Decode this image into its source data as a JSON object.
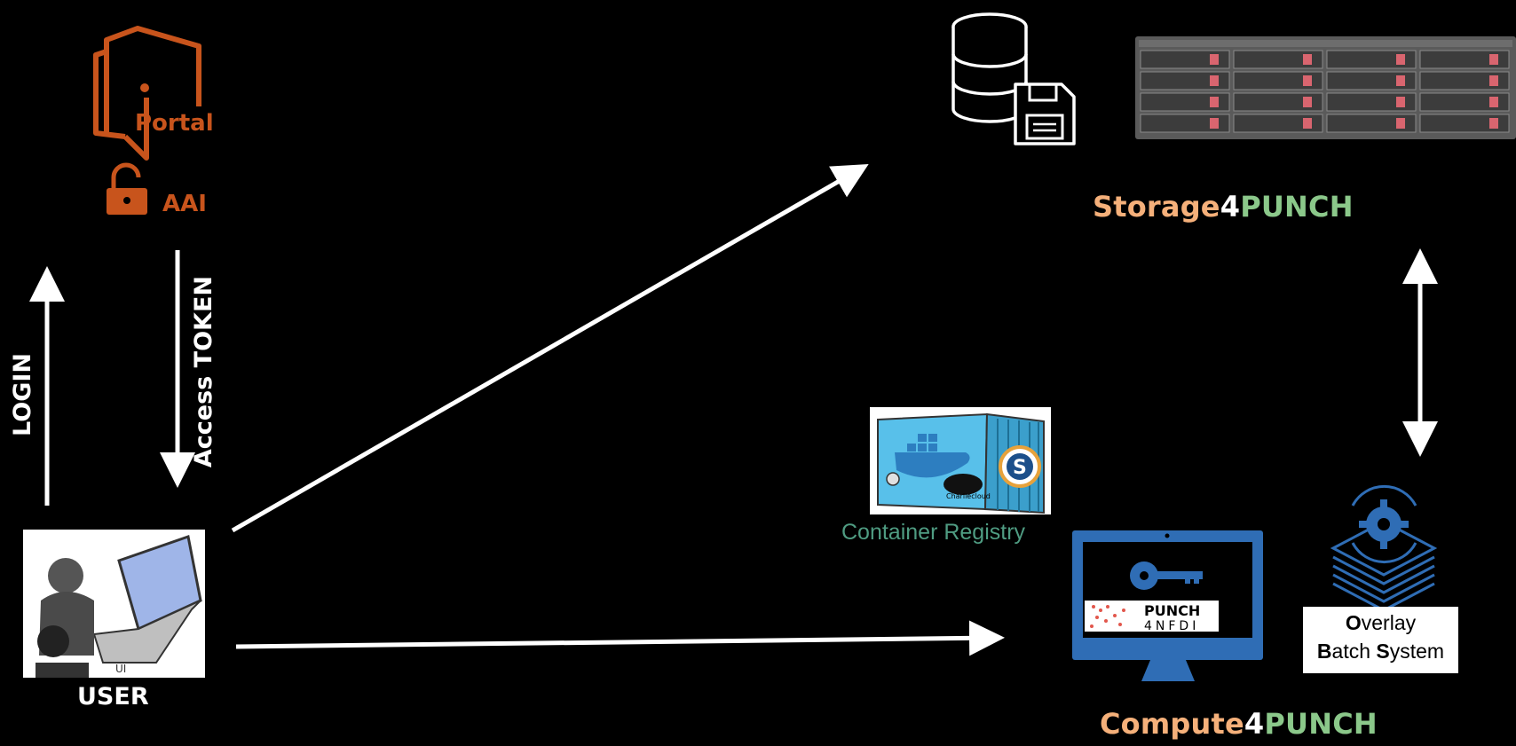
{
  "portal": {
    "label": "Portal",
    "aai_label": "AAI"
  },
  "arrows": {
    "login": "LOGIN",
    "access_token": "Access TOKEN"
  },
  "user": {
    "label": "USER",
    "ui_text": "UI"
  },
  "storage": {
    "name_part1": "Storage",
    "name_part2": "4",
    "name_part3": "PUNCH"
  },
  "compute": {
    "name_part1": "Compute",
    "name_part2": "4",
    "name_part3": "PUNCH"
  },
  "container_registry": {
    "label": "Container Registry",
    "charliecloud": "Charliecloud"
  },
  "overlay": {
    "line1_initial": "O",
    "line1_rest": "verlay",
    "line2_initial1": "B",
    "line2_rest1": "atch ",
    "line2_initial2": "S",
    "line2_rest2": "ystem"
  },
  "monitor": {
    "punch_line1": "PUNCH",
    "punch_line2": "4NFDI"
  },
  "colors": {
    "portal_orange": "#c8541c",
    "storage_orange": "#f5b07a",
    "punch_green": "#8bc88a",
    "container_teal": "#4f9c82",
    "monitor_blue": "#2f6db5"
  }
}
